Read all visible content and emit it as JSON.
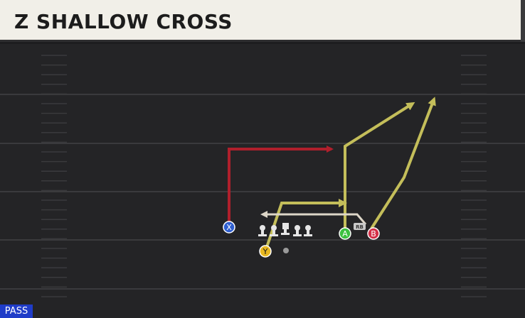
{
  "play": {
    "title": "Z SHALLOW CROSS",
    "type_badge": "PASS"
  },
  "players": [
    {
      "id": "X",
      "label": "X",
      "color": "#2f5fd0",
      "role": "receiver"
    },
    {
      "id": "Y",
      "label": "Y",
      "color": "#e8b820",
      "role": "receiver"
    },
    {
      "id": "A",
      "label": "A",
      "color": "#3cc040",
      "role": "receiver"
    },
    {
      "id": "B",
      "label": "B",
      "color": "#d43048",
      "role": "receiver"
    },
    {
      "id": "RB",
      "label": "RB",
      "color": "#c8c8c8",
      "role": "running-back"
    }
  ],
  "colors": {
    "primary_route": "#b01f2c",
    "secondary_route": "#c4be5a",
    "field": "#242426",
    "header_bg": "#f1efe8",
    "badge": "#1f3cc8"
  }
}
